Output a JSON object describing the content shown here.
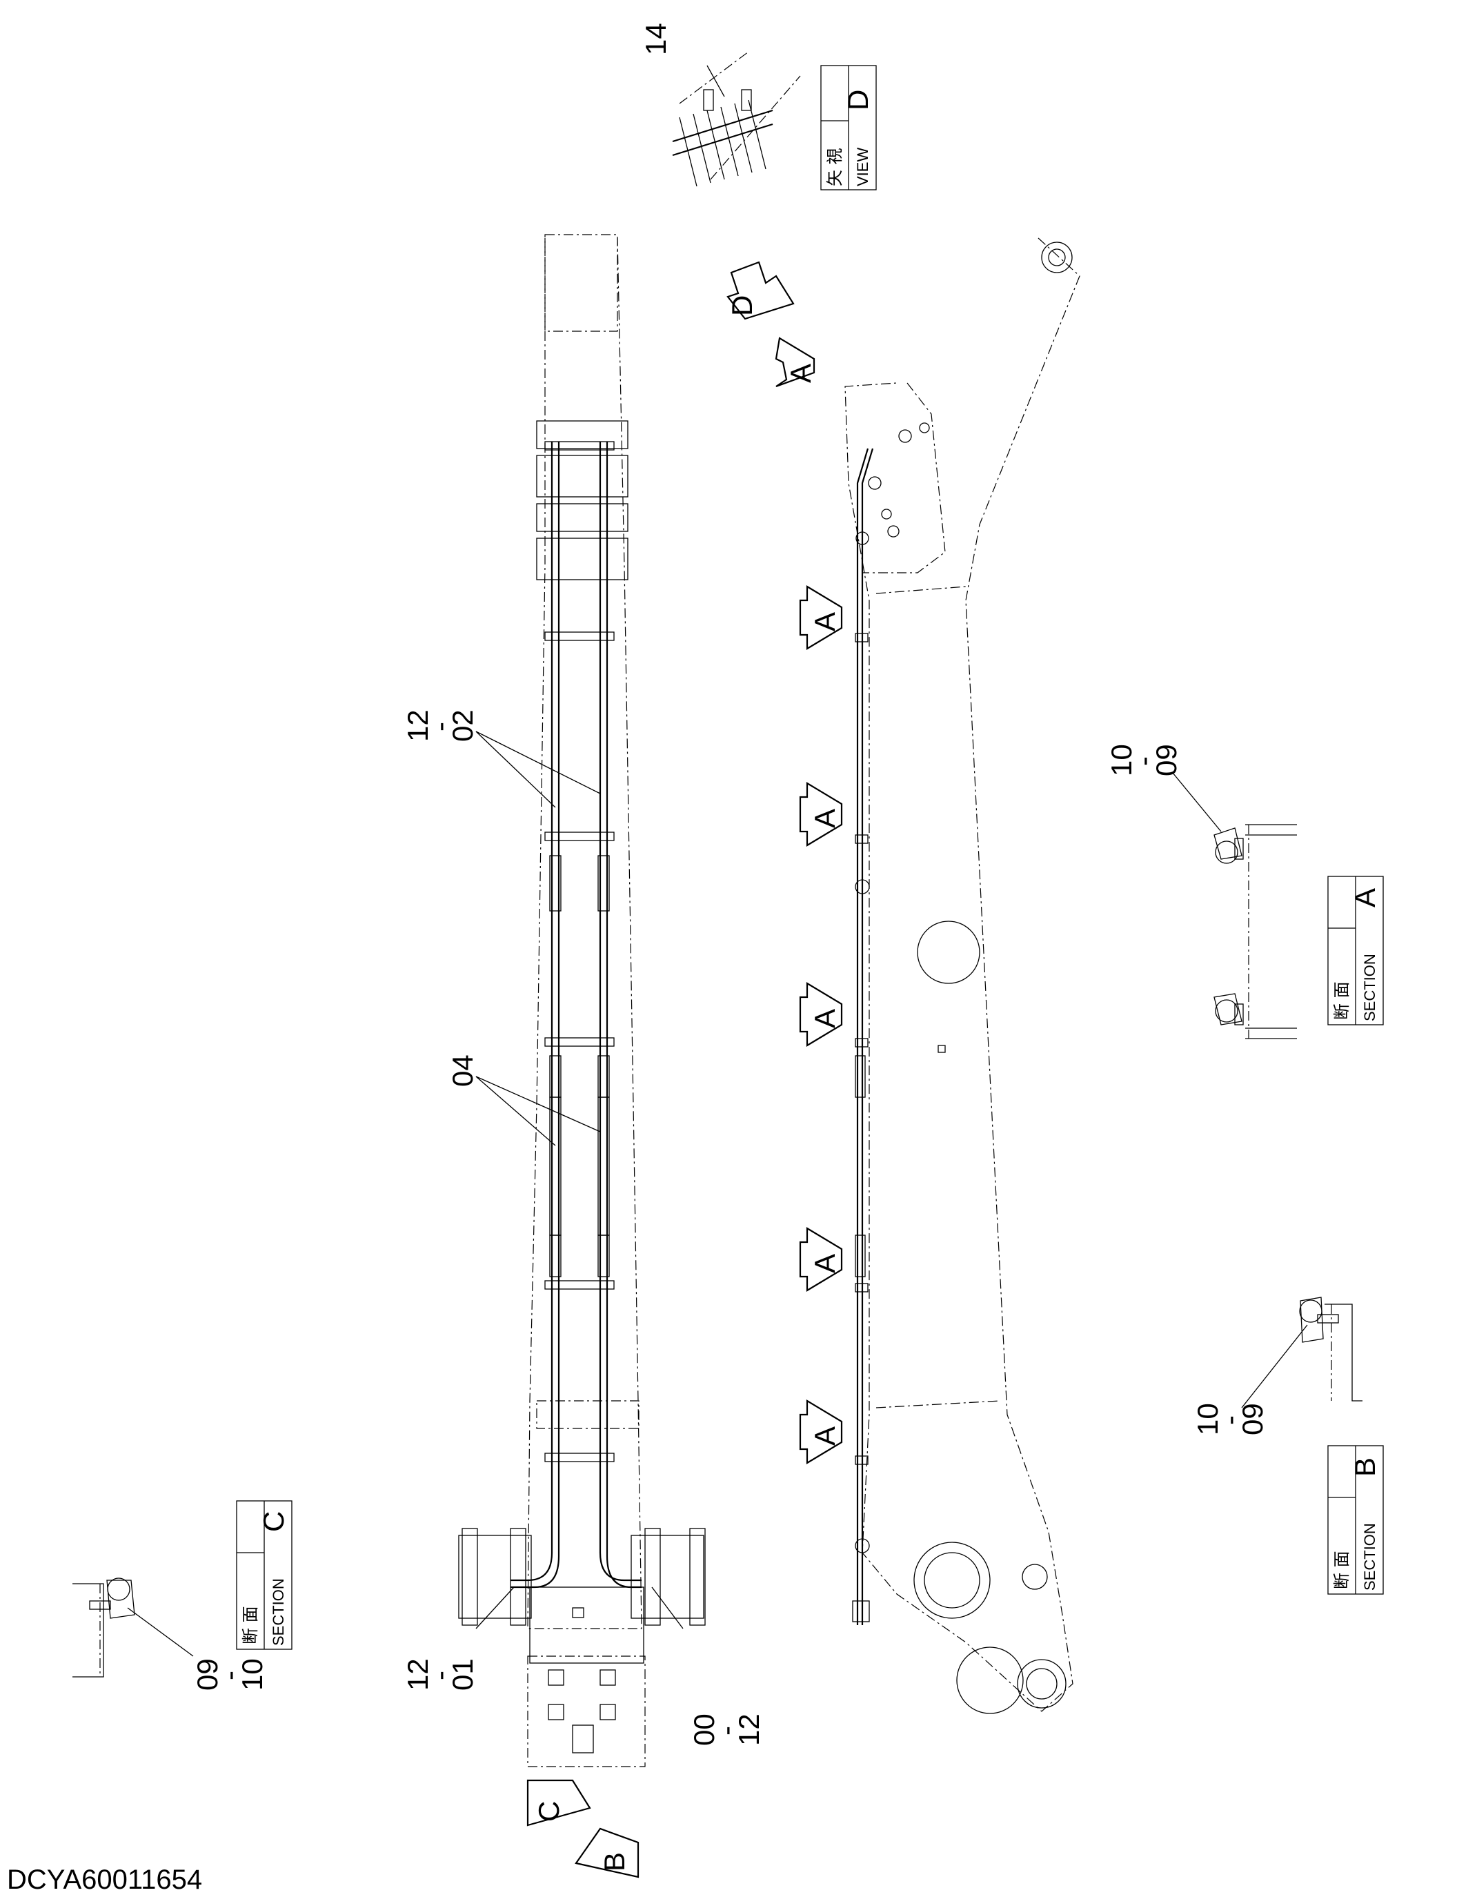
{
  "drawing_id": "DCYA60011654",
  "labels": {
    "top_item": "14",
    "arm_hose_top_a": "12",
    "arm_hose_top_dash": "-",
    "arm_hose_top_b": "02",
    "arm_hose_mid": "04",
    "sec_a_part_a": "10",
    "sec_a_part_dash": "-",
    "sec_a_part_b": "09",
    "sec_b_part_a": "10",
    "sec_b_part_dash": "-",
    "sec_b_part_b": "09",
    "sec_c_part_a": "09",
    "sec_c_part_dash": "-",
    "sec_c_part_b": "10",
    "bottom_left_a": "12",
    "bottom_left_dash": "-",
    "bottom_left_b": "01",
    "bottom_right_a": "00",
    "bottom_right_dash": "-",
    "bottom_right_b": "12"
  },
  "boxes": {
    "view_d": {
      "jp": "矢 視",
      "en": "VIEW",
      "letter": "D"
    },
    "section_a": {
      "jp": "断 面",
      "en": "SECTION",
      "letter": "A"
    },
    "section_b": {
      "jp": "断 面",
      "en": "SECTION",
      "letter": "B"
    },
    "section_c": {
      "jp": "断 面",
      "en": "SECTION",
      "letter": "C"
    }
  },
  "arrows": {
    "d": "D",
    "a": "A",
    "c": "C",
    "b": "B"
  }
}
